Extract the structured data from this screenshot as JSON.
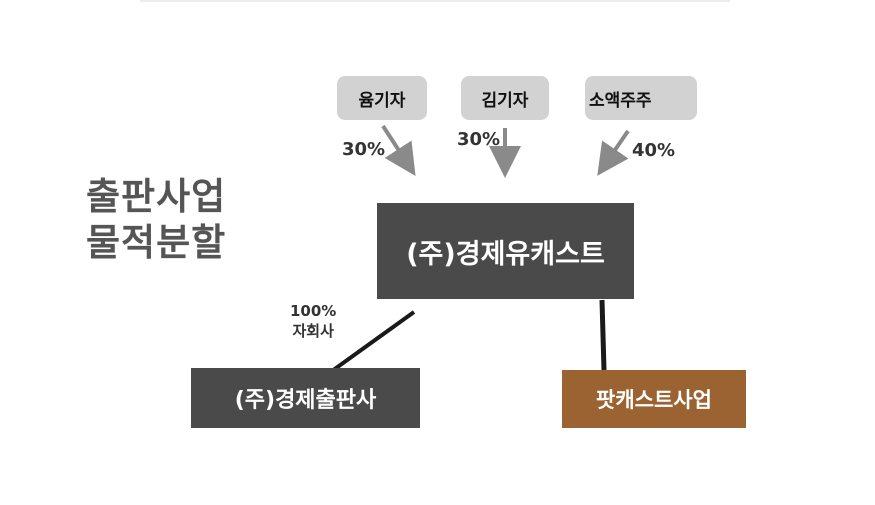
{
  "title": {
    "line1": "출판사업",
    "line2": "물적분할"
  },
  "shareholders": [
    {
      "name": "윰기자",
      "percent": "30%"
    },
    {
      "name": "김기자",
      "percent": "30%"
    },
    {
      "name": "소액주주",
      "percent": "40%"
    }
  ],
  "parent_company": "(주)경제유캐스트",
  "subsidiaries": [
    {
      "name": "(주)경제출판사",
      "relation_line1": "100%",
      "relation_line2": "자회사"
    },
    {
      "name": "팟캐스트사업"
    }
  ],
  "colors": {
    "dark_box": "#4a4a4a",
    "brown_box": "#9a6331",
    "holder_box": "#d2d2d2",
    "arrow": "#8a8a8a"
  }
}
